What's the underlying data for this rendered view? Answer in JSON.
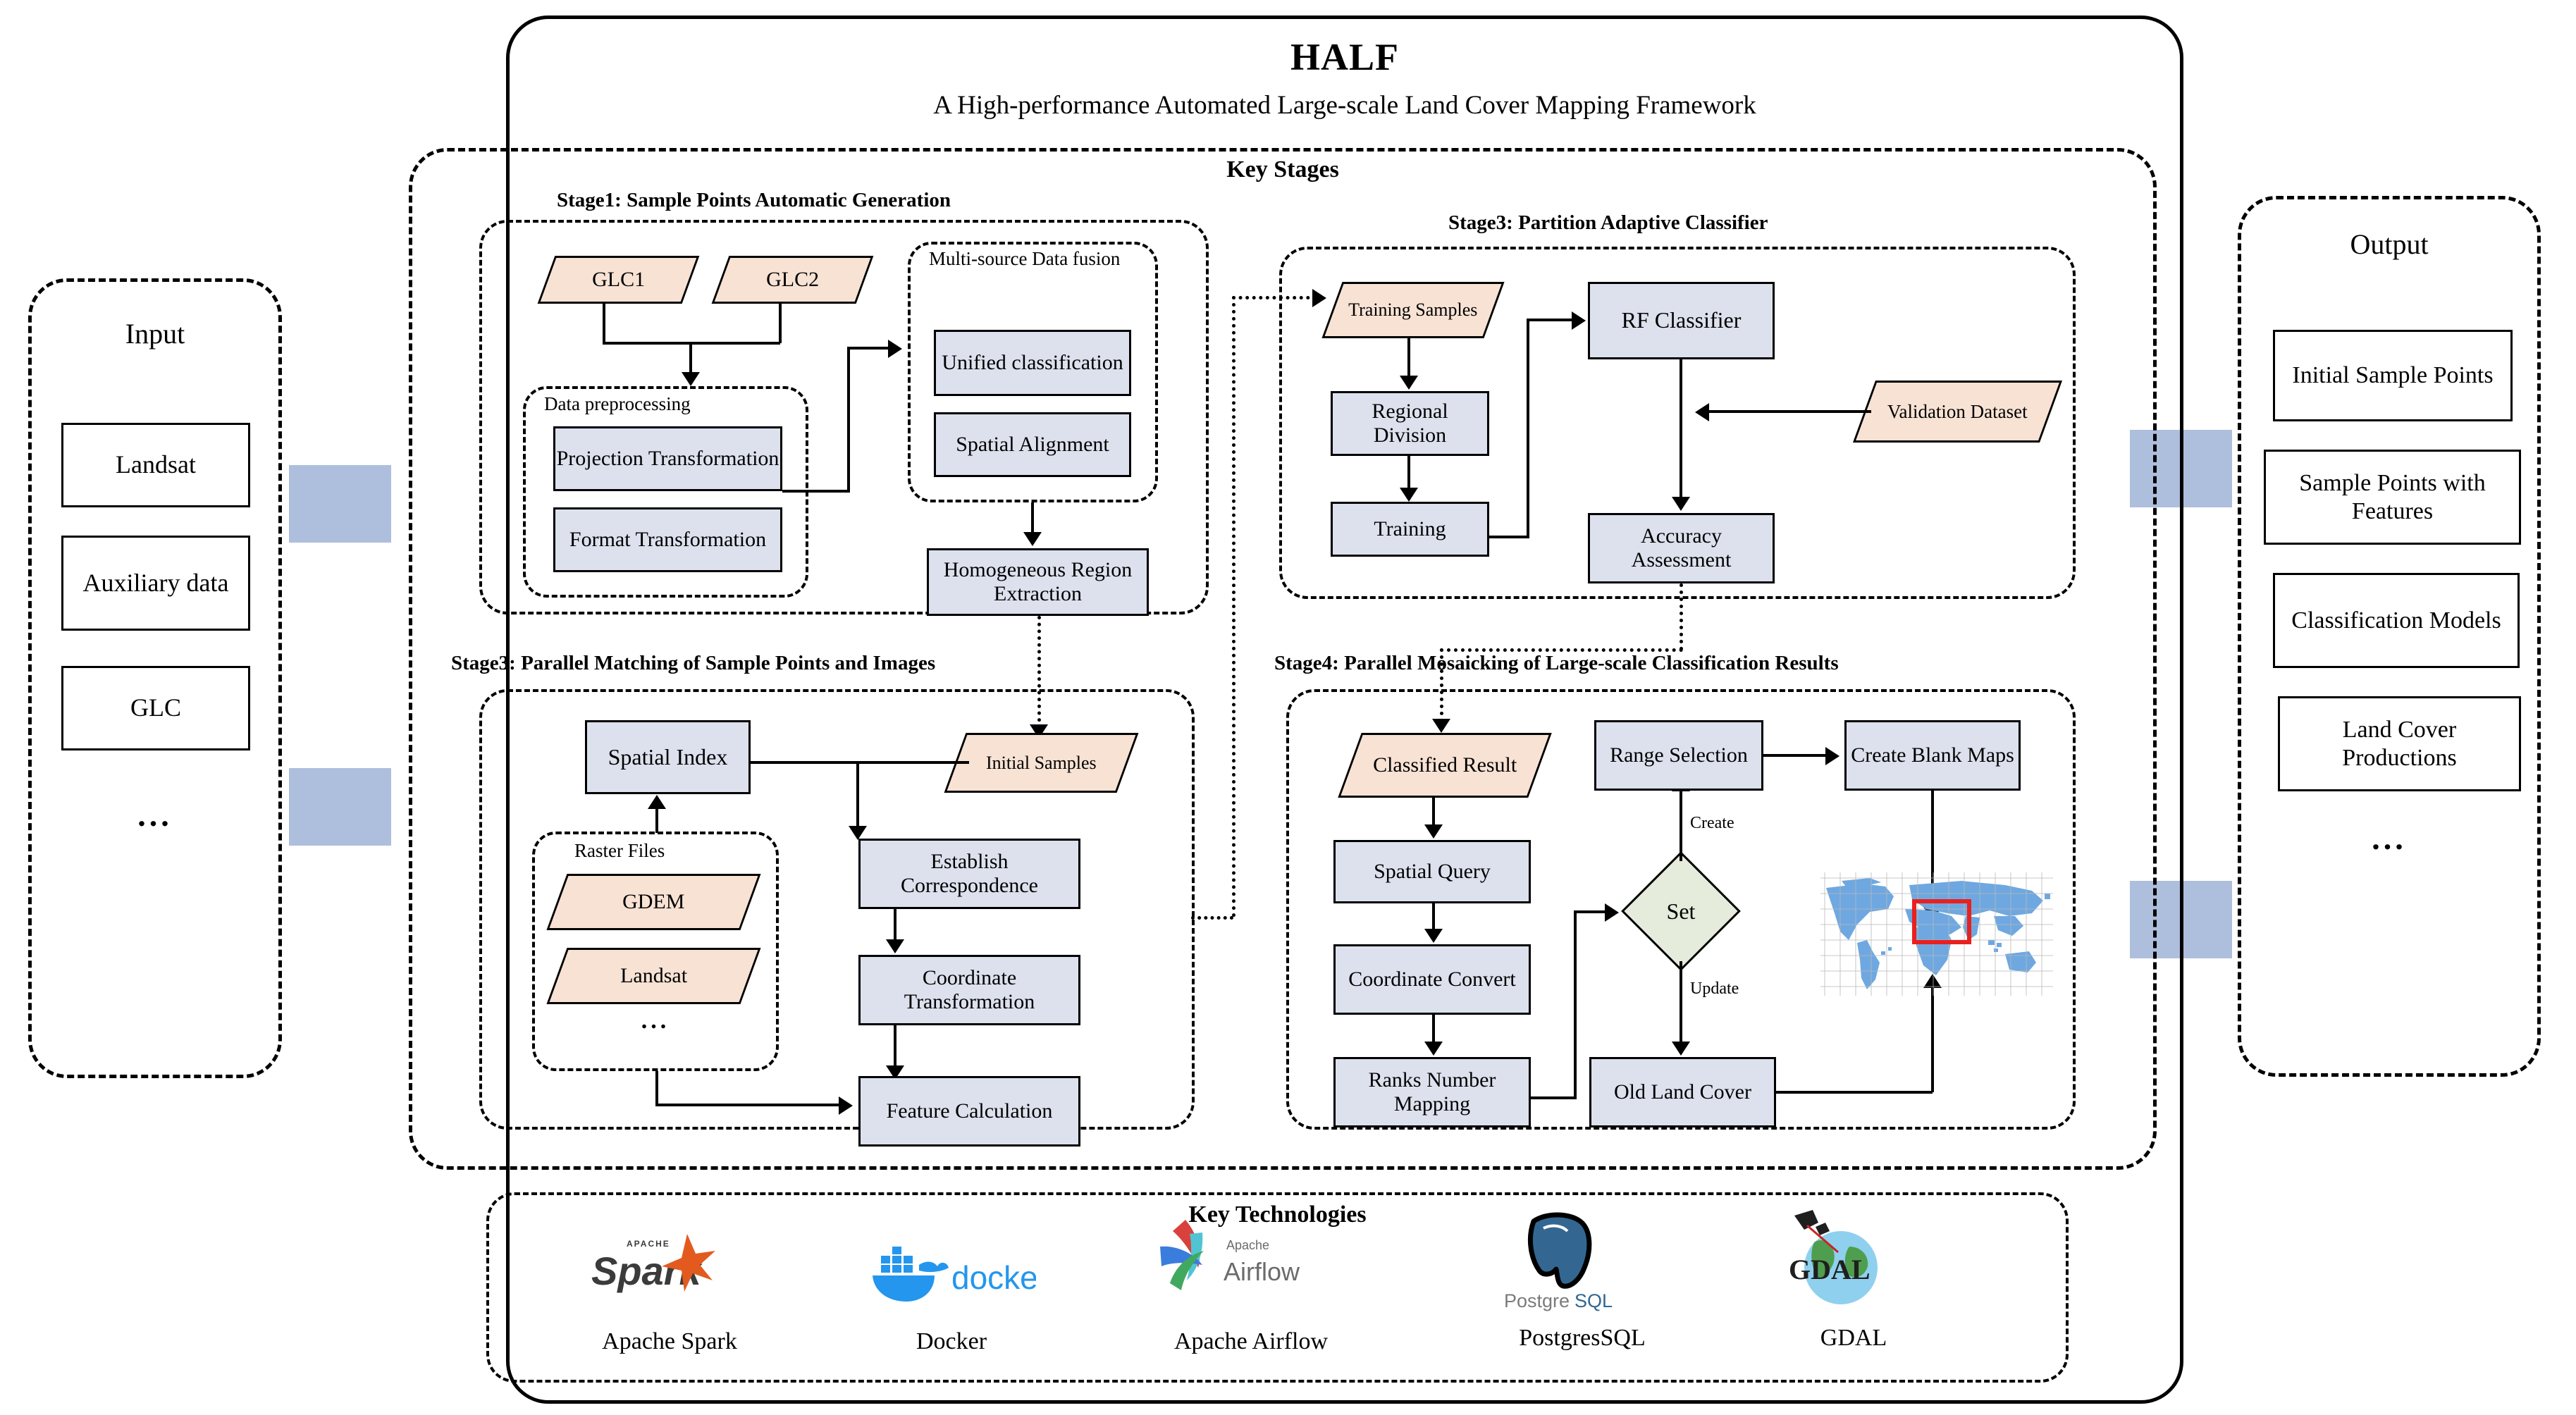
{
  "framework": {
    "title": "HALF",
    "subtitle": "A High-performance Automated Large-scale Land Cover Mapping Framework",
    "key_stages_label": "Key Stages",
    "key_technologies_label": "Key Technologies"
  },
  "input_panel": {
    "heading": "Input",
    "items": [
      "Landsat",
      "Auxiliary data",
      "GLC"
    ],
    "ellipsis": "..."
  },
  "output_panel": {
    "heading": "Output",
    "items": [
      "Initial Sample Points",
      "Sample Points with Features",
      "Classification Models",
      "Land Cover Productions"
    ],
    "ellipsis": "..."
  },
  "stage1": {
    "label": "Stage1: Sample Points Automatic Generation",
    "sources": [
      "GLC1",
      "GLC2"
    ],
    "preprocessing": {
      "label": "Data preprocessing",
      "items": [
        "Projection Transformation",
        "Format Transformation"
      ]
    },
    "fusion": {
      "label": "Multi-source Data fusion",
      "items": [
        "Unified classification",
        "Spatial Alignment"
      ]
    },
    "output": "Homogeneous Region Extraction"
  },
  "stage3_classifier": {
    "label": "Stage3: Partition Adaptive Classifier",
    "training_samples": "Training Samples",
    "validation_dataset": "Validation Dataset",
    "items": [
      "Regional Division",
      "Training",
      "RF Classifier",
      "Accuracy Assessment"
    ]
  },
  "stage3_matching": {
    "label": "Stage3: Parallel Matching of Sample Points and Images",
    "spatial_index": "Spatial Index",
    "initial_samples": "Initial Samples",
    "raster_files": {
      "label": "Raster Files",
      "items": [
        "GDEM",
        "Landsat"
      ],
      "ellipsis": "..."
    },
    "items": [
      "Establish Correspondence",
      "Coordinate Transformation",
      "Feature Calculation"
    ]
  },
  "stage4": {
    "label": "Stage4: Parallel Mosaicking of Large-scale Classification Results",
    "classified_result": "Classified Result",
    "items": [
      "Spatial Query",
      "Coordinate Convert",
      "Ranks Number Mapping"
    ],
    "range_selection": "Range Selection",
    "create_blank_maps": "Create Blank Maps",
    "decision": "Set",
    "old_land_cover": "Old Land Cover",
    "edge_create": "Create",
    "edge_update": "Update"
  },
  "technologies": [
    {
      "name": "Apache Spark",
      "icon": "spark-logo"
    },
    {
      "name": "Docker",
      "icon": "docker-logo"
    },
    {
      "name": "Apache Airflow",
      "icon": "airflow-logo"
    },
    {
      "name": "PostgresSQL",
      "icon": "postgresql-logo"
    },
    {
      "name": "GDAL",
      "icon": "gdal-logo"
    }
  ],
  "colors": {
    "process_fill": "#dce1ed",
    "data_fill": "#f7e2d4",
    "decision_fill": "#e5ecdc",
    "flow_arrow": "#aebedd",
    "map_land": "#6fa8e0",
    "selection_box": "#e8211f"
  }
}
